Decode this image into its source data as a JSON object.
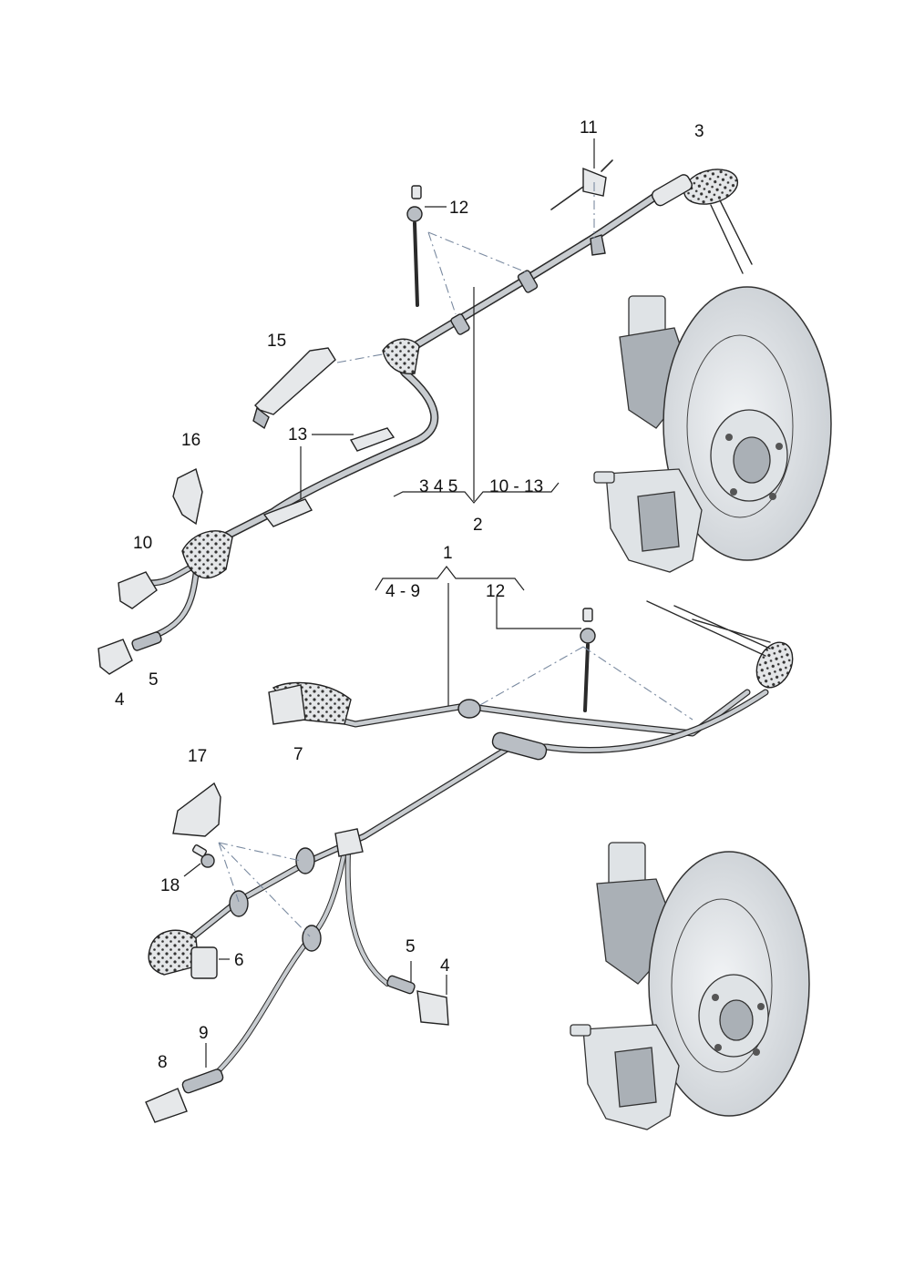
{
  "callouts": {
    "c1": "1",
    "c2": "2",
    "c3_top": "3",
    "c4_top": "4",
    "c5_top": "5",
    "c10_top": "10",
    "c11": "11",
    "c12_top": "12",
    "c13": "13",
    "c15": "15",
    "c16": "16",
    "c12_bottom": "12",
    "c7": "7",
    "c17": "17",
    "c18": "18",
    "c6": "6",
    "c5_bottom": "5",
    "c4_bottom": "4",
    "c9": "9",
    "c8": "8"
  },
  "group_labels": {
    "g2_left": "3 4 5",
    "g2_right": "10 - 13",
    "g1_left": "4 - 9"
  }
}
